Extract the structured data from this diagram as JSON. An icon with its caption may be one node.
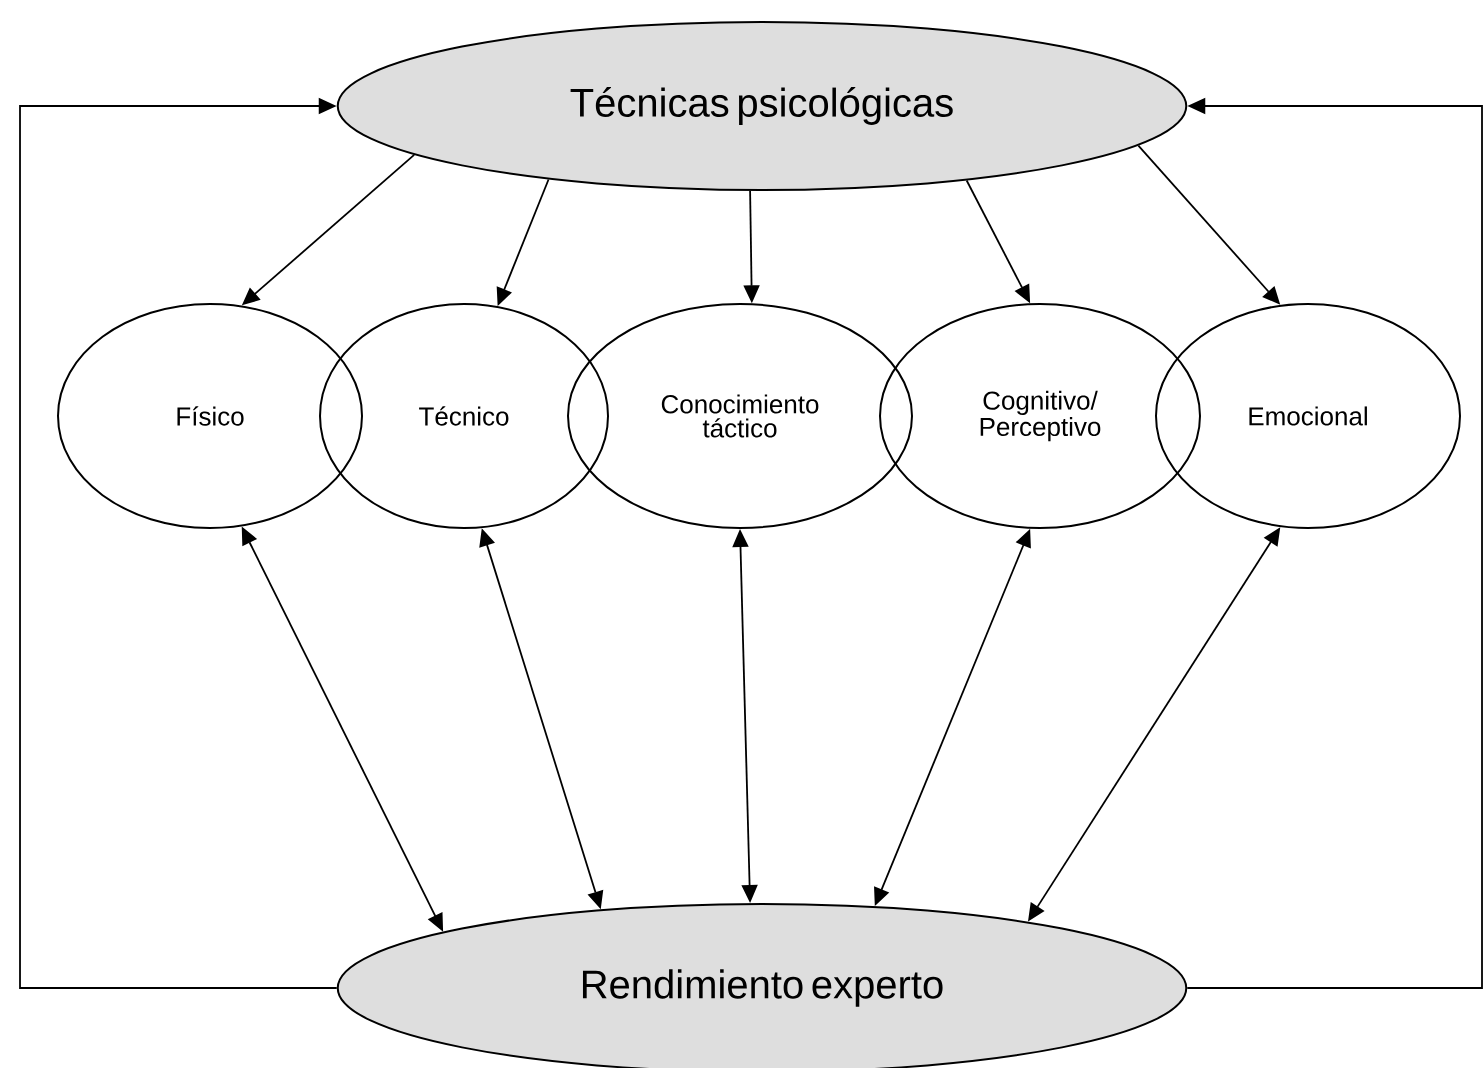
{
  "diagram": {
    "nodes": [
      {
        "text": [
          "Técnicas psicológicas"
        ]
      },
      {
        "text": [
          "Físico"
        ]
      },
      {
        "text": [
          "Técnico"
        ]
      },
      {
        "text": [
          "Conocimiento táctico"
        ]
      },
      {
        "text": [
          "Cognitivo/ Perceptivo"
        ]
      },
      {
        "text": [
          "Emocional"
        ]
      },
      {
        "text": [
          "Rendimiento experto"
        ]
      }
    ],
    "edges": [
      {
        "from": 0,
        "to": 1,
        "arrow": "to"
      },
      {
        "from": 0,
        "to": 2,
        "arrow": "to"
      },
      {
        "from": 0,
        "to": 3,
        "arrow": "to"
      },
      {
        "from": 0,
        "to": 4,
        "arrow": "to"
      },
      {
        "from": 0,
        "to": 5,
        "arrow": "to"
      },
      {
        "from": 1,
        "to": 6,
        "arrow": "both"
      },
      {
        "from": 2,
        "to": 6,
        "arrow": "both"
      },
      {
        "from": 3,
        "to": 6,
        "arrow": "both"
      },
      {
        "from": 4,
        "to": 6,
        "arrow": "both"
      },
      {
        "from": 5,
        "to": 6,
        "arrow": "both"
      },
      {
        "from": 6,
        "to": 0,
        "arrow": "to"
      },
      {
        "from": 6,
        "to": 0,
        "arrow": "to"
      }
    ]
  }
}
